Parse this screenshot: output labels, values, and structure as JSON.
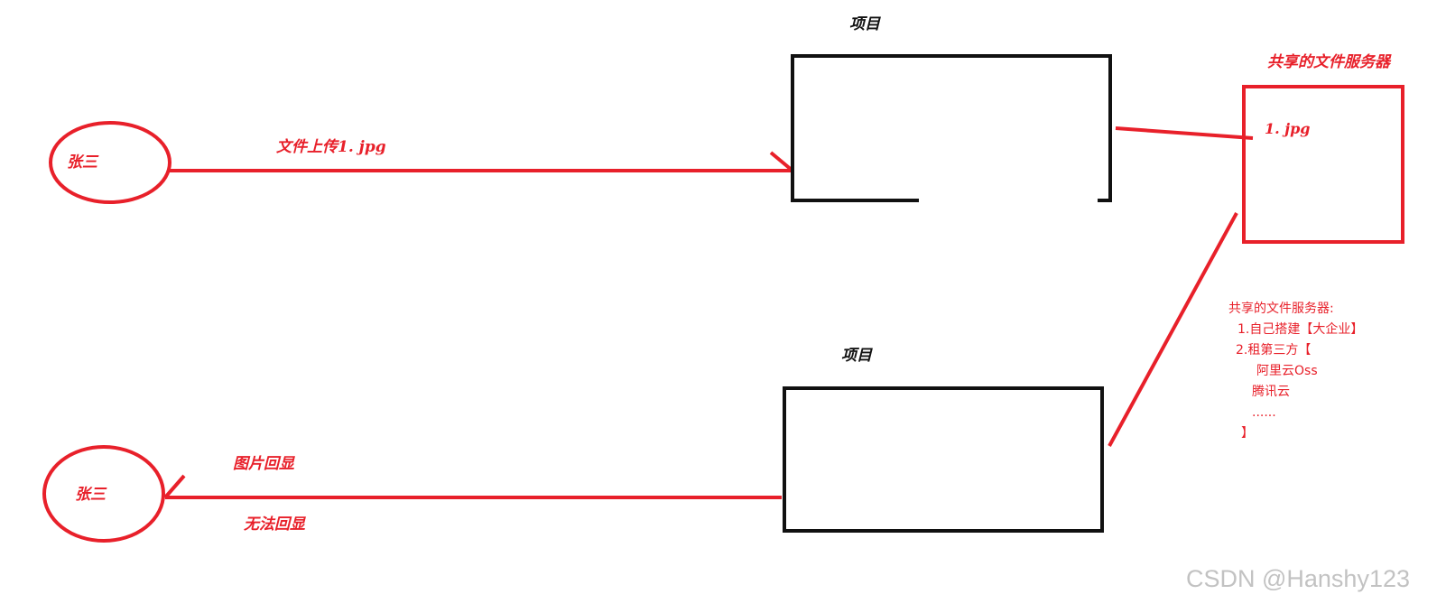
{
  "top_flow": {
    "actor_label": "张三",
    "upload_label": "文件上传1. jpg",
    "project_label": "项目"
  },
  "file_server": {
    "title": "共享的文件服务器",
    "file_label": "1. jpg"
  },
  "bottom_flow": {
    "actor_label": "张三",
    "echo_label": "图片回显",
    "fail_label": "无法回显",
    "project_label": "项目"
  },
  "note": {
    "lines": [
      "共享的文件服务器:",
      "1.自己搭建【大企业】",
      "2.租第三方【",
      "阿里云Oss",
      "腾讯云",
      "......",
      "】"
    ]
  },
  "watermark": "CSDN @Hanshy123",
  "colors": {
    "accent_red": "#e8202a",
    "box_black": "#111111"
  }
}
